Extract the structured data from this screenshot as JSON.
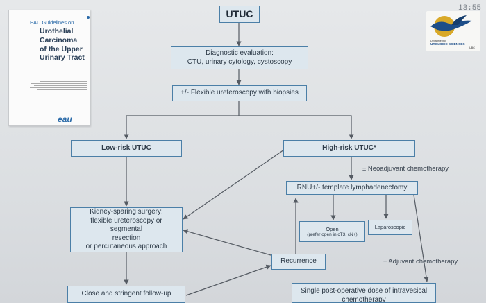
{
  "timestamp": "13:55",
  "book": {
    "eau_label": "EAU Guidelines on",
    "title_lines": [
      "Urothelial",
      "Carcinoma",
      "of the Upper",
      "Urinary Tract"
    ],
    "logo": "eau"
  },
  "department_logo": {
    "dept_label": "Department of",
    "name": "UROLOGIC SCIENCES",
    "abbr": "UBC",
    "icon": "ubc-eagle-logo"
  },
  "flowchart": {
    "utuc": "UTUC",
    "diagnostic": [
      "Diagnostic evaluation:",
      "CTU, urinary cytology, cystoscopy"
    ],
    "biopsy": "+/- Flexible ureteroscopy with biopsies",
    "low_risk": "Low-risk UTUC",
    "high_risk": "High-risk UTUC*",
    "neoadjuvant": "± Neoadjuvant chemotherapy",
    "rnu": "RNU+/- template lymphadenectomy",
    "open": "Open",
    "open_note": "(prefer open in cT3, cN+)",
    "laparoscopic": "Laparoscopic",
    "kidney_sparing": [
      "Kidney-sparing surgery:",
      "flexible ureteroscopy or segmental",
      "resection",
      "or percutaneous approach"
    ],
    "recurrence": "Recurrence",
    "adjuvant": "± Adjuvant chemotherapy",
    "follow_up": "Close and stringent follow-up",
    "single_dose": [
      "Single post-operative dose of intravesical",
      "chemotherapy"
    ]
  },
  "colors": {
    "node_fill": "#dde7ee",
    "node_border": "#4b7fa7",
    "arrow": "#555b63"
  }
}
